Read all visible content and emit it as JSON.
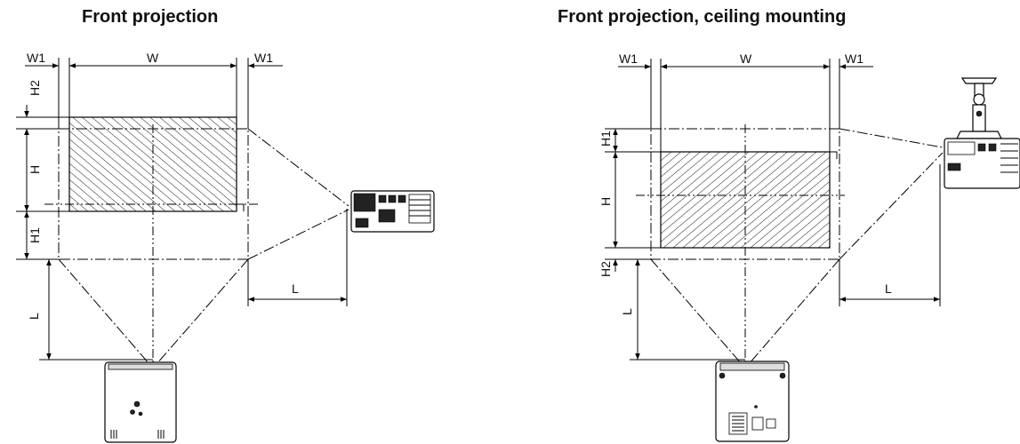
{
  "panels": {
    "left": {
      "title": "Front projection"
    },
    "right": {
      "title": "Front projection, ceiling mounting"
    }
  },
  "labels": {
    "w1": "W1",
    "w": "W",
    "h": "H",
    "h1": "H1",
    "h2": "H2",
    "l": "L"
  },
  "icons": [
    "projector-top-view-icon",
    "projector-side-view-icon",
    "ceiling-mount-icon"
  ]
}
